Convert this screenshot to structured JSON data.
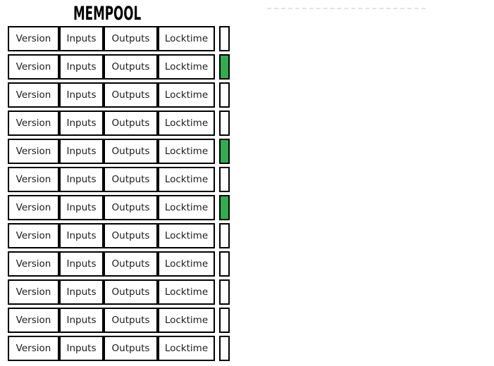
{
  "title": "MEMPOOL",
  "transaction_fields": [
    "Version",
    "Inputs",
    "Outputs",
    "Locktime"
  ],
  "rows": [
    {
      "indicator": "white"
    },
    {
      "indicator": "green"
    },
    {
      "indicator": "white"
    },
    {
      "indicator": "white"
    },
    {
      "indicator": "green"
    },
    {
      "indicator": "white"
    },
    {
      "indicator": "green"
    },
    {
      "indicator": "white"
    },
    {
      "indicator": "white"
    },
    {
      "indicator": "white"
    },
    {
      "indicator": "white"
    },
    {
      "indicator": "white"
    }
  ],
  "colors": {
    "highlight_green": "#31ad4d",
    "empty_white": "#ffffff",
    "box_border": "#000000",
    "dashed_line": "#e2e2e2"
  }
}
